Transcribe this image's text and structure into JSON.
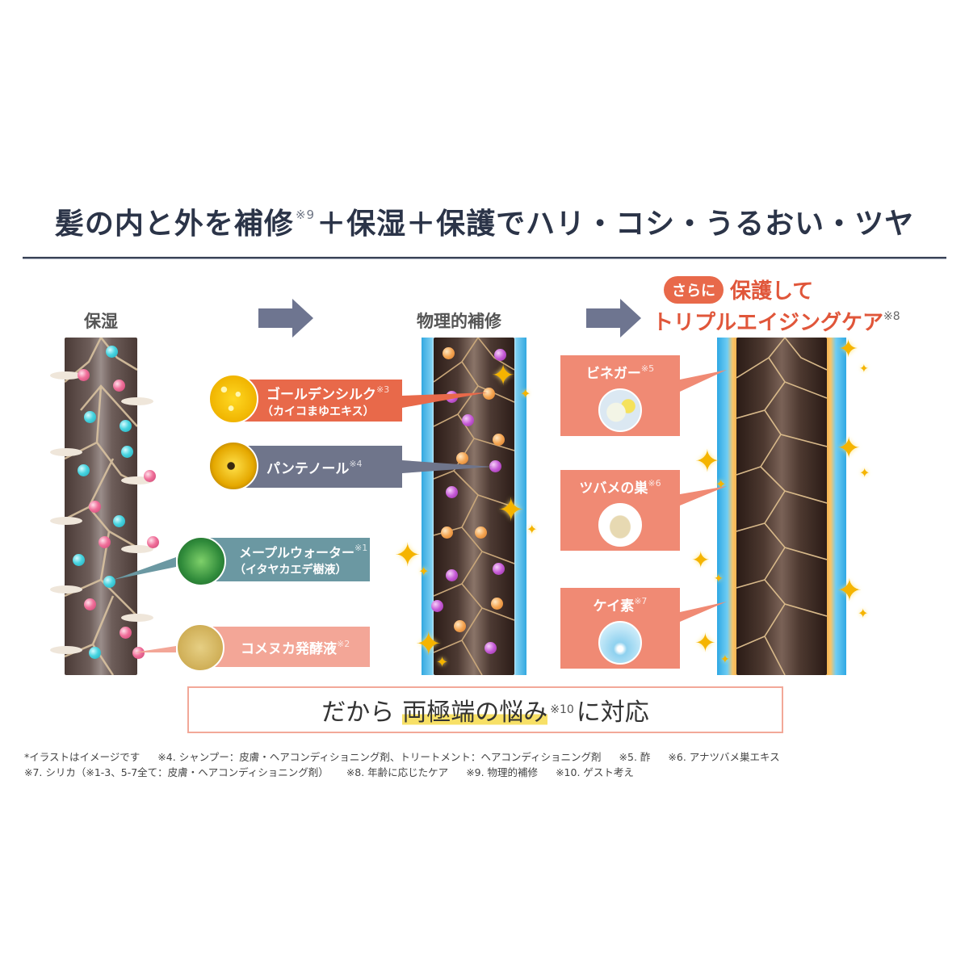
{
  "headline": {
    "part1": "髪の内と外を補修",
    "note1": "※9",
    "part2": "＋保湿＋保護でハリ・コシ・うるおい・ツヤ"
  },
  "stages": [
    {
      "label": "保湿"
    },
    {
      "label": "物理的補修"
    },
    {
      "badge": "さらに",
      "label_line1": "保護して",
      "label_line2": "トリプルエイジングケア",
      "note": "※8"
    }
  ],
  "ingredients_left": [
    {
      "name": "ゴールデンシルク",
      "note": "※3",
      "sub": "（カイコまゆエキス）",
      "color": "#e8694a",
      "thumb": "golden-silk-beads"
    },
    {
      "name": "パンテノール",
      "note": "※4",
      "sub": "",
      "color": "#6f758b",
      "thumb": "panthenol-capsules"
    },
    {
      "name": "メープルウォーター",
      "note": "※1",
      "sub": "（イタヤカエデ樹液）",
      "color": "#6b98a2",
      "thumb": "maple-leaf"
    },
    {
      "name": "コメヌカ発酵液",
      "note": "※2",
      "sub": "",
      "color": "#f3a697",
      "thumb": "rice-bran-powder"
    }
  ],
  "ingredients_right": [
    {
      "name": "ビネガー",
      "note": "※5",
      "thumb": "vinegar-glass"
    },
    {
      "name": "ツバメの巣",
      "note": "※6",
      "thumb": "swallow-nest"
    },
    {
      "name": "ケイ素",
      "note": "※7",
      "thumb": "water-droplet"
    }
  ],
  "banner": {
    "prefix": "だから",
    "highlight": "両極端の悩み",
    "note": "※10",
    "suffix": "に対応"
  },
  "footnotes": {
    "line1": [
      "*イラストはイメージです",
      "※4. シャンプー：皮膚・ヘアコンディショニング剤、トリートメント：ヘアコンディショニング剤",
      "※5. 酢",
      "※6. アナツバメ巣エキス"
    ],
    "line2": [
      "※7. シリカ（※1-3、5-7全て：皮膚・ヘアコンディショニング剤）",
      "※8. 年齢に応じたケア",
      "※9. 物理的補修",
      "※10. ゲスト考え"
    ]
  },
  "colors": {
    "headline": "#2b3448",
    "arrow": "#6e7590",
    "accent_red": "#e0563a",
    "salmon": "#f08a74",
    "highlight_yellow": "#f7e066",
    "cuticle_blue": "#33a8e0",
    "protect_orange": "#f29a2a"
  }
}
